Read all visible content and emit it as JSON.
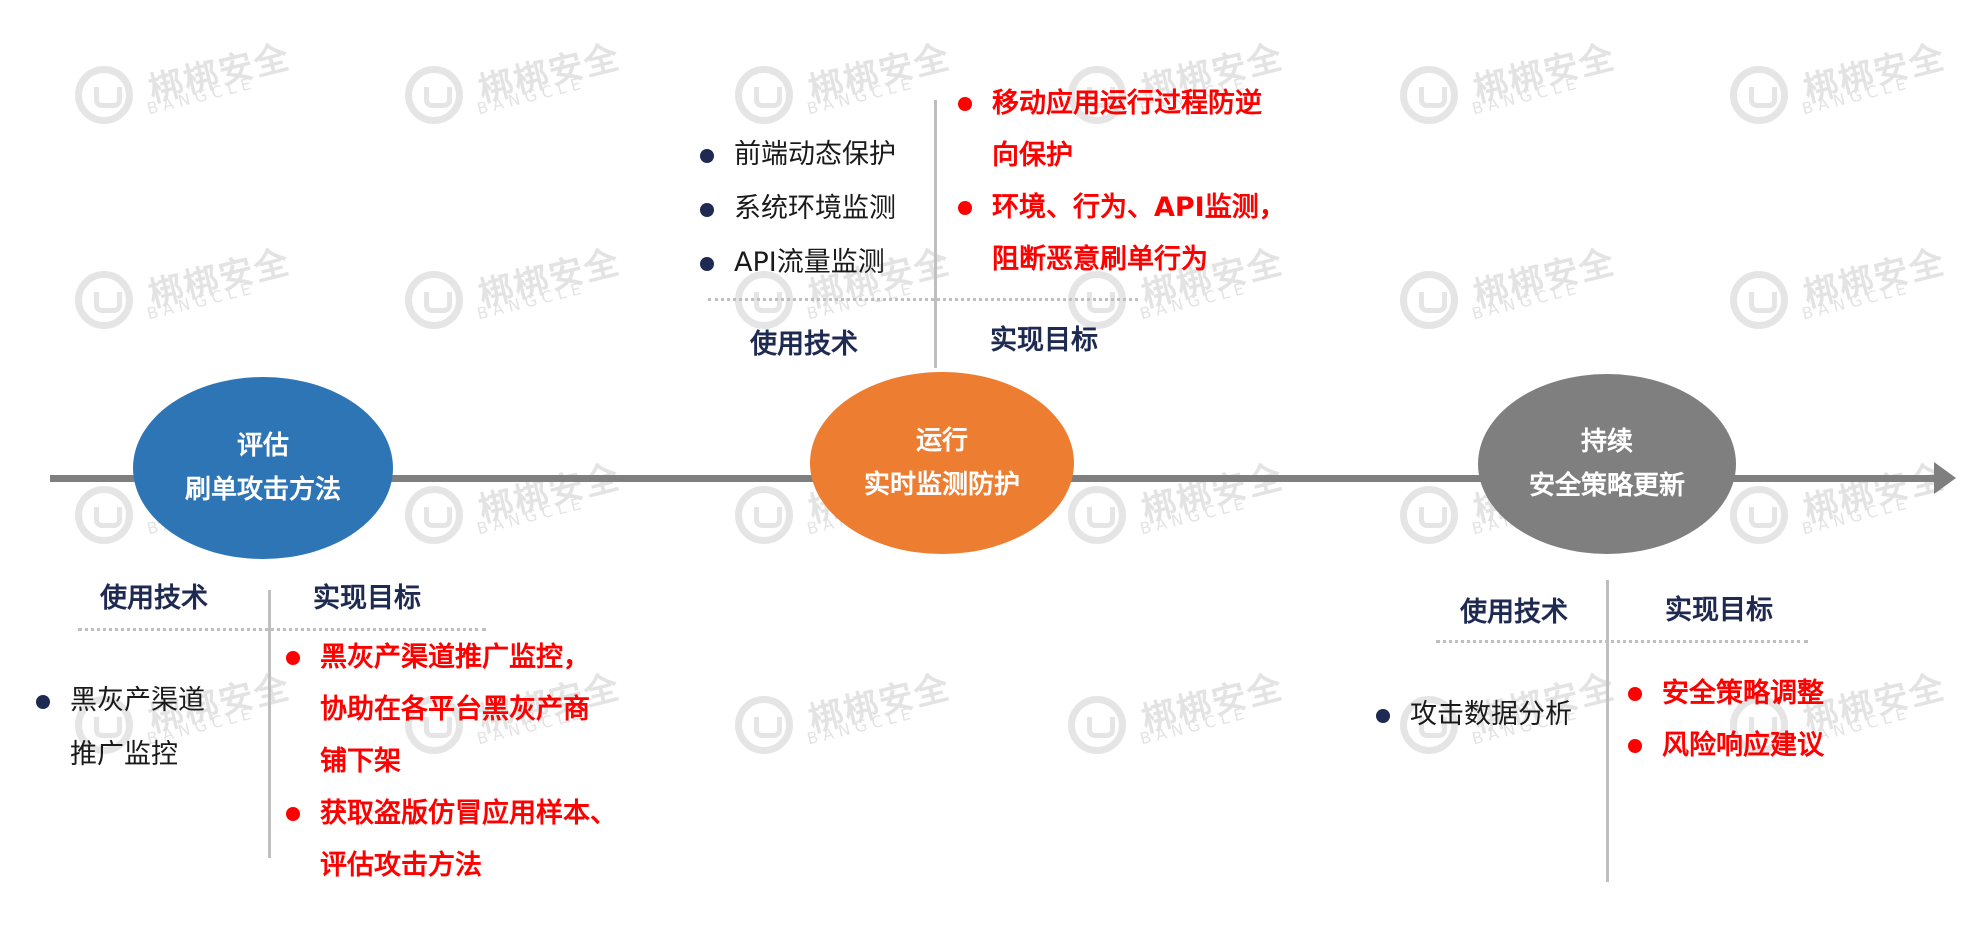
{
  "watermark": {
    "cn": "梆梆安全",
    "en": "BANGCLE"
  },
  "colors": {
    "stage1": "#2e75b6",
    "stage2": "#ed7d31",
    "stage3": "#7f7f7f",
    "goal_text": "#ff0000",
    "header_text": "#1f2a52",
    "timeline": "#7f7f7f"
  },
  "stages": [
    {
      "title": "评估",
      "subtitle": "刷单攻击方法",
      "tech_header": "使用技术",
      "goal_header": "实现目标",
      "tech": [
        "黑灰产渠道",
        "推广监控"
      ],
      "goals": [
        [
          "黑灰产渠道推广监控，",
          "协助在各平台黑灰产商",
          "铺下架"
        ],
        [
          "获取盗版仿冒应用样本、",
          "评估攻击方法"
        ]
      ]
    },
    {
      "title": "运行",
      "subtitle": "实时监测防护",
      "tech_header": "使用技术",
      "goal_header": "实现目标",
      "tech": [
        "前端动态保护",
        "系统环境监测",
        "API流量监测"
      ],
      "goals": [
        [
          "移动应用运行过程防逆",
          "向保护"
        ],
        [
          "环境、行为、API监测，",
          "阻断恶意刷单行为"
        ]
      ]
    },
    {
      "title": "持续",
      "subtitle": "安全策略更新",
      "tech_header": "使用技术",
      "goal_header": "实现目标",
      "tech": [
        "攻击数据分析"
      ],
      "goals": [
        [
          "安全策略调整"
        ],
        [
          "风险响应建议"
        ]
      ]
    }
  ]
}
